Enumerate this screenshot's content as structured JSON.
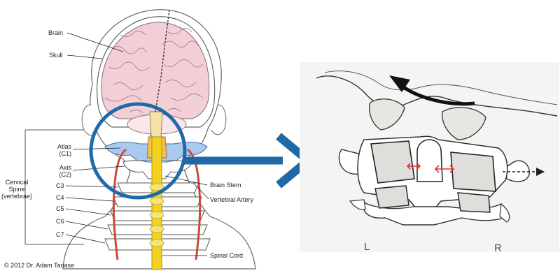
{
  "anatomy": {
    "labels": {
      "brain": "Brain",
      "skull": "Skull",
      "atlas": "Atlas\n(C1)",
      "axis": "Axis\n(C2)",
      "cervical_spine": "Cervical\nSpine\n(vertebrae)",
      "c3": "C3",
      "c4": "C4",
      "c5": "C5",
      "c6": "C6",
      "c7": "C7",
      "brain_stem": "Brain Stem",
      "vertebral_artery": "Vertebral Artery",
      "spinal_cord": "Spinal Cord"
    },
    "copyright": "© 2012 Dr. Adam Tanase"
  },
  "xray": {
    "left_label": "L",
    "right_label": "R"
  },
  "colors": {
    "brain": "#f2cfd6",
    "bone": "#ffffff",
    "atlas_highlight": "#a9c9ef",
    "spinal_cord": "#f2d21e",
    "artery": "#c94a3a",
    "circle": "#1e6aa8",
    "arrow": "#1e6aa8",
    "xray_bg": "#f4f4f2",
    "red_marker": "#e03030"
  }
}
